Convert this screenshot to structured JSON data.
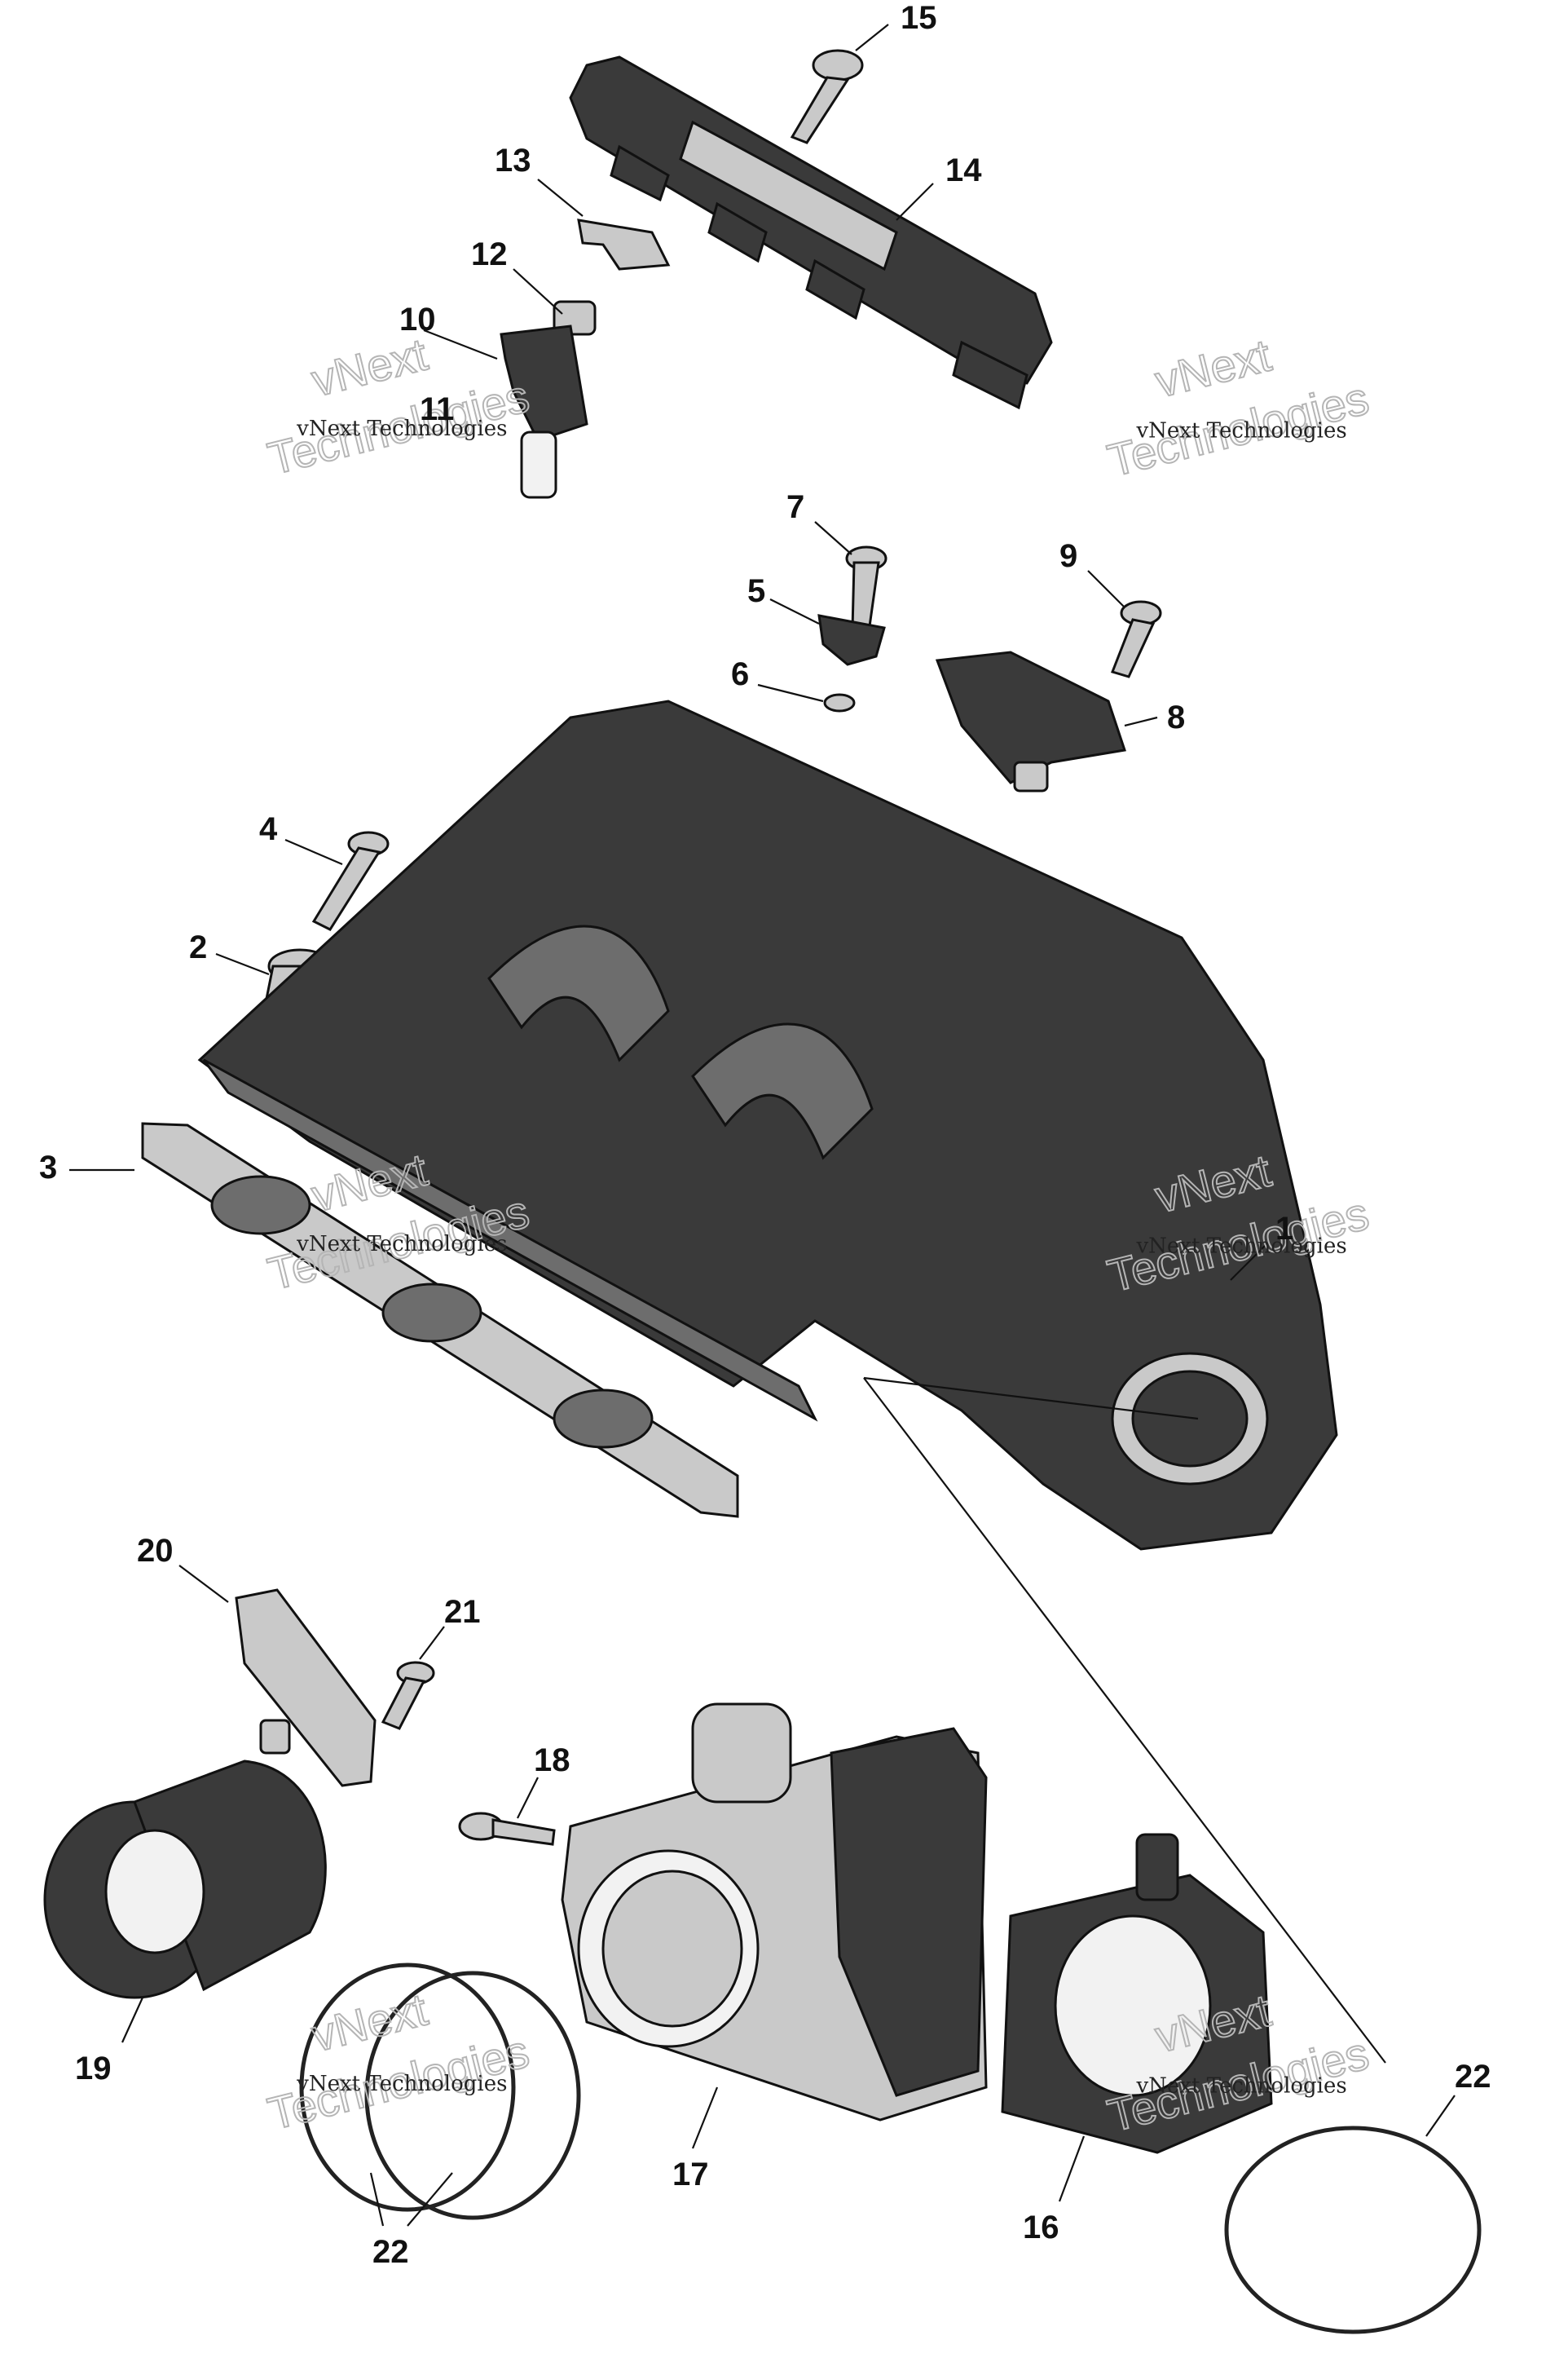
{
  "callouts": [
    {
      "id": "1",
      "text": "1"
    },
    {
      "id": "2",
      "text": "2"
    },
    {
      "id": "3",
      "text": "3"
    },
    {
      "id": "4",
      "text": "4"
    },
    {
      "id": "5",
      "text": "5"
    },
    {
      "id": "6",
      "text": "6"
    },
    {
      "id": "7",
      "text": "7"
    },
    {
      "id": "8",
      "text": "8"
    },
    {
      "id": "9",
      "text": "9"
    },
    {
      "id": "10",
      "text": "10"
    },
    {
      "id": "11",
      "text": "11"
    },
    {
      "id": "12",
      "text": "12"
    },
    {
      "id": "13",
      "text": "13"
    },
    {
      "id": "14",
      "text": "14"
    },
    {
      "id": "15",
      "text": "15"
    },
    {
      "id": "16",
      "text": "16"
    },
    {
      "id": "17",
      "text": "17"
    },
    {
      "id": "18",
      "text": "18"
    },
    {
      "id": "19",
      "text": "19"
    },
    {
      "id": "20",
      "text": "20"
    },
    {
      "id": "21",
      "text": "21"
    },
    {
      "id": "22",
      "text": "22"
    },
    {
      "id": "22b",
      "text": "22"
    }
  ],
  "watermark": {
    "small": "vNext Technologies",
    "large_top": "vNext",
    "large_bottom": "Technologies"
  },
  "colors": {
    "ink": "#111111",
    "part_dark": "#3a3a3a",
    "part_light": "#c9c9c9",
    "watermark_outline": "#b5b5b5"
  }
}
